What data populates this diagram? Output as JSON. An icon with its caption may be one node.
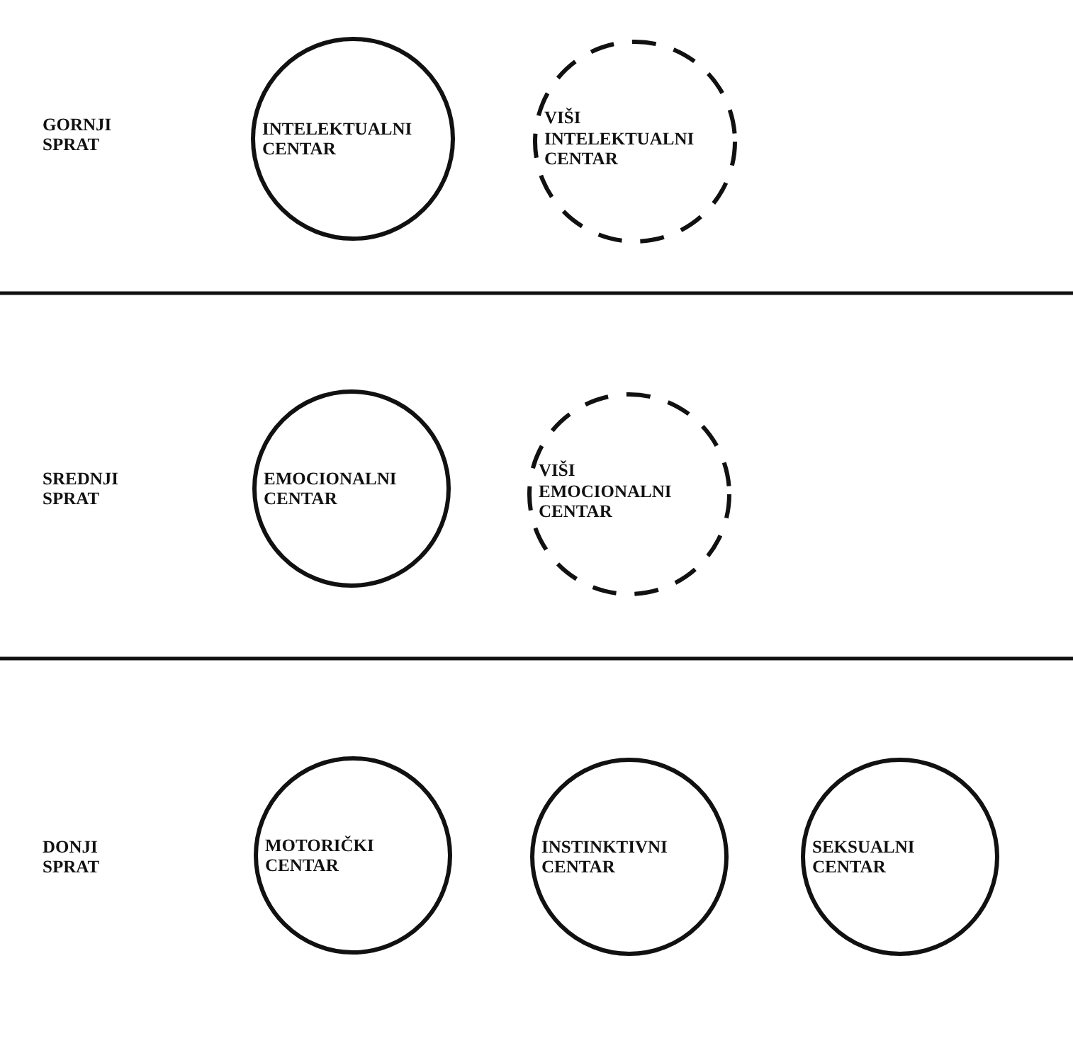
{
  "diagram": {
    "nodes": [
      {
        "text": [
          "INTELEKTUALNI CENTAR"
        ]
      },
      {
        "text": [
          "VIŠI INTELEKTUALNI CENTAR"
        ]
      },
      {
        "text": [
          "EMOCIONALNI CENTAR"
        ]
      },
      {
        "text": [
          "VIŠI EMOCIONALNI CENTAR"
        ]
      },
      {
        "text": [
          "MOTORIČKI CENTAR"
        ]
      },
      {
        "text": [
          "INSTINKTIVNI CENTAR"
        ]
      },
      {
        "text": [
          "SEKSUALNI CENTAR"
        ]
      }
    ],
    "labels": [
      "GORNJI SPRAT",
      "SREDNJI SPRAT",
      "DONJI SPRAT"
    ]
  }
}
